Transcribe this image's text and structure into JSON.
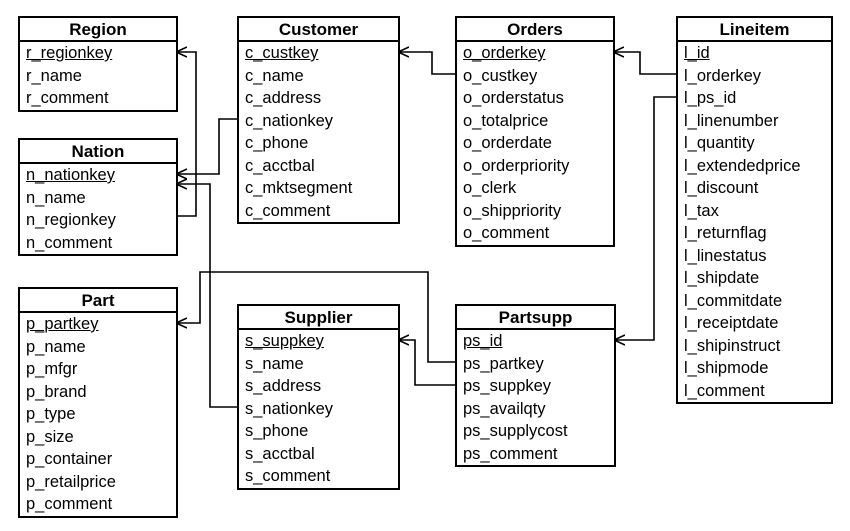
{
  "tables": [
    {
      "id": "region",
      "name": "Region",
      "pk": "r_regionkey",
      "fields": [
        "r_regionkey",
        "r_name",
        "r_comment"
      ]
    },
    {
      "id": "nation",
      "name": "Nation",
      "pk": "n_nationkey",
      "fields": [
        "n_nationkey",
        "n_name",
        "n_regionkey",
        "n_comment"
      ]
    },
    {
      "id": "part",
      "name": "Part",
      "pk": "p_partkey",
      "fields": [
        "p_partkey",
        "p_name",
        "p_mfgr",
        "p_brand",
        "p_type",
        "p_size",
        "p_container",
        "p_retailprice",
        "p_comment"
      ]
    },
    {
      "id": "customer",
      "name": "Customer",
      "pk": "c_custkey",
      "fields": [
        "c_custkey",
        "c_name",
        "c_address",
        "c_nationkey",
        "c_phone",
        "c_acctbal",
        "c_mktsegment",
        "c_comment"
      ]
    },
    {
      "id": "supplier",
      "name": "Supplier",
      "pk": "s_suppkey",
      "fields": [
        "s_suppkey",
        "s_name",
        "s_address",
        "s_nationkey",
        "s_phone",
        "s_acctbal",
        "s_comment"
      ]
    },
    {
      "id": "orders",
      "name": "Orders",
      "pk": "o_orderkey",
      "fields": [
        "o_orderkey",
        "o_custkey",
        "o_orderstatus",
        "o_totalprice",
        "o_orderdate",
        "o_orderpriority",
        "o_clerk",
        "o_shippriority",
        "o_comment"
      ]
    },
    {
      "id": "partsupp",
      "name": "Partsupp",
      "pk": "ps_id",
      "fields": [
        "ps_id",
        "ps_partkey",
        "ps_suppkey",
        "ps_availqty",
        "ps_supplycost",
        "ps_comment"
      ]
    },
    {
      "id": "lineitem",
      "name": "Lineitem",
      "pk": "l_id",
      "fields": [
        "l_id",
        "l_orderkey",
        "l_ps_id",
        "l_linenumber",
        "l_quantity",
        "l_extendedprice",
        "l_discount",
        "l_tax",
        "l_returnflag",
        "l_linestatus",
        "l_shipdate",
        "l_commitdate",
        "l_receiptdate",
        "l_shipinstruct",
        "l_shipmode",
        "l_comment"
      ]
    }
  ],
  "relationships": [
    {
      "from": "n_regionkey",
      "to": "r_regionkey"
    },
    {
      "from": "c_nationkey",
      "to": "n_nationkey"
    },
    {
      "from": "s_nationkey",
      "to": "n_nationkey"
    },
    {
      "from": "o_custkey",
      "to": "c_custkey"
    },
    {
      "from": "l_orderkey",
      "to": "o_orderkey"
    },
    {
      "from": "l_ps_id",
      "to": "ps_id"
    },
    {
      "from": "ps_partkey",
      "to": "p_partkey"
    },
    {
      "from": "ps_suppkey",
      "to": "s_suppkey"
    }
  ]
}
